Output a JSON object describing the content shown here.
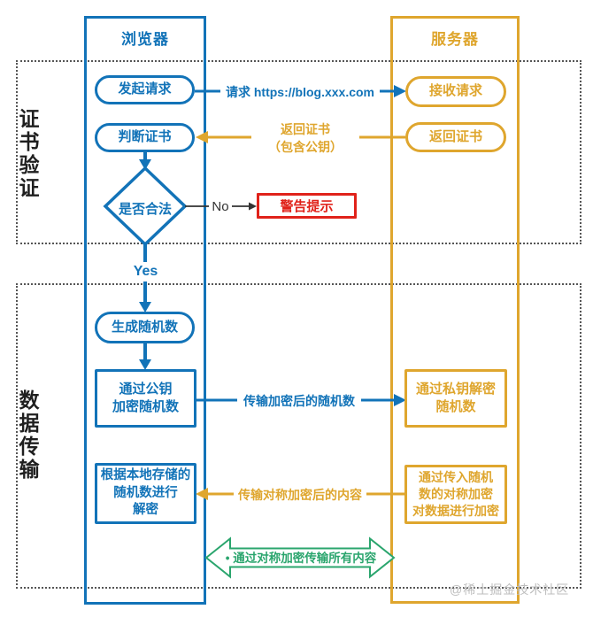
{
  "colors": {
    "browser_accent": "#1273b8",
    "server_accent": "#dfa62e",
    "symmetric_green": "#2aa56d",
    "warning_red": "#e0221a",
    "section_text": "#1f1f1f"
  },
  "lanes": {
    "browser": {
      "title": "浏览器"
    },
    "server": {
      "title": "服务器"
    }
  },
  "sections": {
    "cert_verification": {
      "label": "证书验证"
    },
    "data_transfer": {
      "label": "数据传输"
    }
  },
  "browser": {
    "initiate": "发起请求",
    "judge": "判断证书",
    "decision": "是否合法",
    "generate": "生成随机数",
    "encrypt_pubkey": "通过公钥\n加密随机数",
    "decrypt_local": "根据本地存储的\n随机数进行\n解密"
  },
  "server": {
    "receive": "接收请求",
    "return_cert": "返回证书",
    "decrypt_private": "通过私钥解密\n随机数",
    "encrypt_symmetric": "通过传入随机\n数的对称加密\n对数据进行加密"
  },
  "edges": {
    "request": "请求 https://blog.xxx.com",
    "return_cert": "返回证书\n（包含公钥）",
    "no": "No",
    "yes": "Yes",
    "warning": "警告提示",
    "transmit_encrypted": "传输加密后的随机数",
    "transmit_symmetric": "传输对称加密后的内容",
    "symmetric_all": "• 通过对称加密传输所有内容"
  },
  "watermark": "@稀土掘金技术社区"
}
